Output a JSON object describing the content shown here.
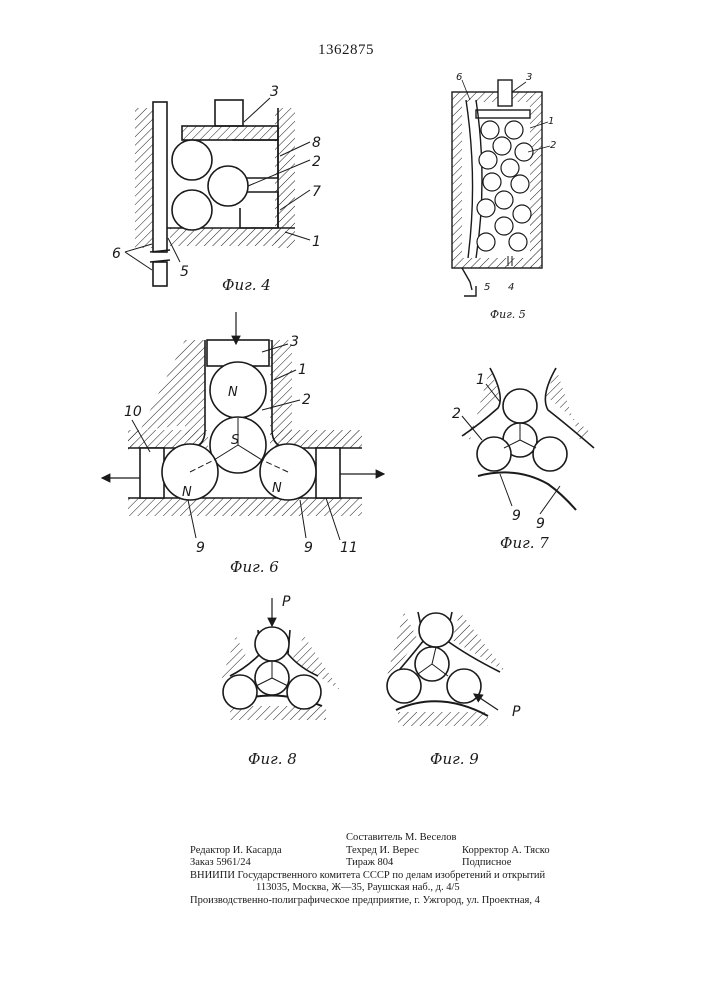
{
  "document_number": "1362875",
  "figures": {
    "fig4": {
      "caption": "Фиг. 4",
      "labels": [
        "3",
        "8",
        "2",
        "7",
        "1",
        "6",
        "5"
      ]
    },
    "fig5": {
      "caption": "Фиг. 5",
      "labels": [
        "6",
        "3",
        "1",
        "2",
        "5",
        "4"
      ]
    },
    "fig6": {
      "caption": "Фиг. 6",
      "labels": [
        "3",
        "1",
        "2",
        "10",
        "9",
        "9",
        "11"
      ],
      "pole_marks": [
        "N",
        "S",
        "N",
        "N"
      ]
    },
    "fig7": {
      "caption": "Фиг. 7",
      "labels": [
        "1",
        "2",
        "9",
        "9"
      ]
    },
    "fig8": {
      "caption": "Фиг. 8",
      "labels": [
        "P"
      ]
    },
    "fig9": {
      "caption": "Фиг. 9",
      "labels": [
        "P"
      ]
    }
  },
  "colophon": {
    "compiler": "Составитель М. Веселов",
    "editor": "Редактор И. Касарда",
    "techred": "Техред И. Верес",
    "corrector": "Корректор А. Тяско",
    "order": "Заказ 5961/24",
    "print_run": "Тираж 804",
    "subscription": "Подписное",
    "institute": "ВНИИПИ Государственного комитета СССР по делам изобретений и открытий",
    "address": "113035, Москва, Ж—35, Раушская наб., д. 4/5",
    "printer": "Производственно-полиграфическое предприятие, г. Ужгород, ул. Проектная, 4"
  }
}
